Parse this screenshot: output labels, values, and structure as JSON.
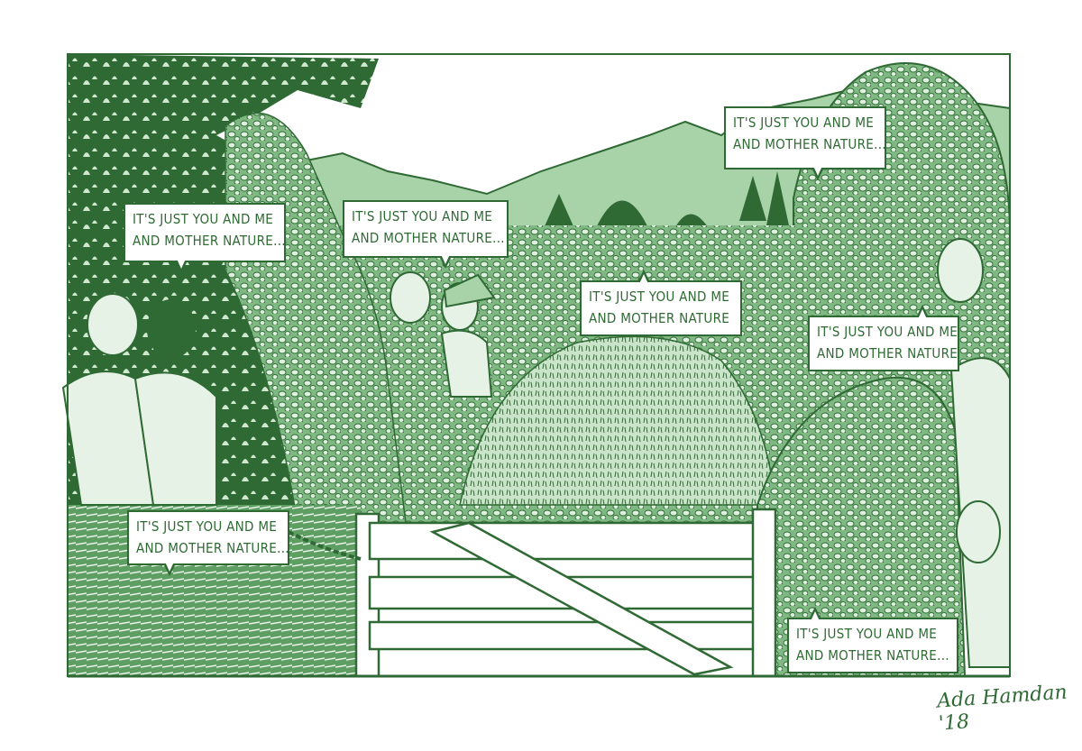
{
  "artwork": {
    "speech_bubbles": [
      {
        "line1": "It's just you and me",
        "line2": "and Mother Nature..."
      },
      {
        "line1": "It's just you and me",
        "line2": "and Mother Nature..."
      },
      {
        "line1": "It's just you and me",
        "line2": "and Mother Nature..."
      },
      {
        "line1": "It's just you and me",
        "line2": "and Mother Nature"
      },
      {
        "line1": "It's just you and me",
        "line2": "and Mother Nature"
      },
      {
        "line1": "It's just you and me",
        "line2": "and Mother Nature..."
      },
      {
        "line1": "It's just you and me",
        "line2": "and Mother Nature..."
      }
    ],
    "signature": "Ada Hamdan '18"
  },
  "colors": {
    "ink": "#2f6a34",
    "light": "#a8d2a8",
    "mid": "#78b47c",
    "paper": "#ffffff"
  }
}
